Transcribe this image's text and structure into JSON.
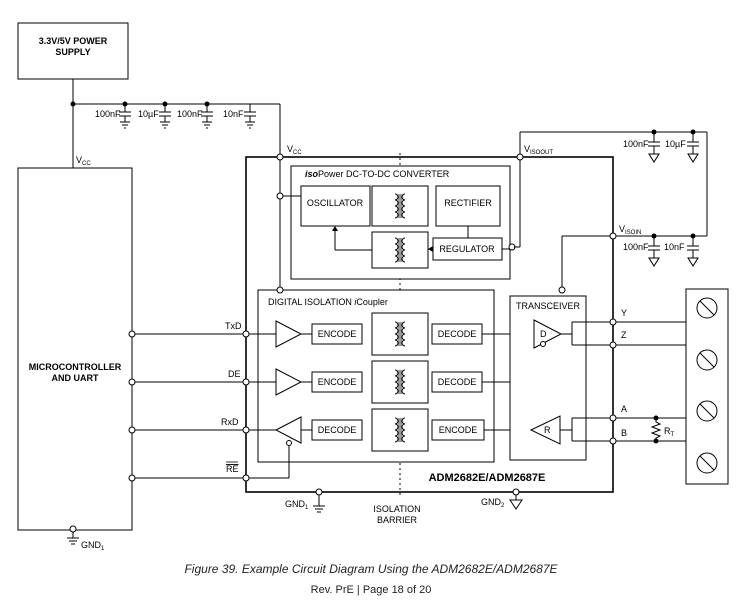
{
  "power_supply": {
    "line1": "3.3V/5V POWER",
    "line2": "SUPPLY"
  },
  "supply_caps": [
    "100nF",
    "10µF",
    "100nF",
    "10nF"
  ],
  "vcc": {
    "v": "V",
    "sub": "CC"
  },
  "visoout": {
    "v": "V",
    "sub": "ISOOUT"
  },
  "visoin": {
    "v": "V",
    "sub": "ISOIN"
  },
  "visoout_caps": [
    "100nF",
    "10µF"
  ],
  "visoin_caps": [
    "100nF",
    "10nF"
  ],
  "mcu": {
    "line1": "MICROCONTROLLER",
    "line2": "AND UART"
  },
  "gnd": {
    "g": "GND",
    "sub": "1"
  },
  "gnd1": {
    "g": "GND",
    "sub": "1"
  },
  "gnd2": {
    "g": "GND",
    "sub": "2"
  },
  "isopower": {
    "iso": "iso",
    "rest": "Power DC-TO-DC CONVERTER"
  },
  "oscillator": "OSCILLATOR",
  "rectifier": "RECTIFIER",
  "regulator": "REGULATOR",
  "icoupler": {
    "pre": "DIGITAL ISOLATION ",
    "i": "i",
    "rest": "Coupler"
  },
  "transceiver": "TRANSCEIVER",
  "signals": {
    "txd": "TxD",
    "de": "DE",
    "rxd": "RxD",
    "re": "RE"
  },
  "encode": "ENCODE",
  "decode": "DECODE",
  "driver": "D",
  "receiver": "R",
  "bus_pins": {
    "y": "Y",
    "z": "Z",
    "a": "A",
    "b": "B"
  },
  "rt": {
    "r": "R",
    "sub": "T"
  },
  "part_name": "ADM2682E/ADM2687E",
  "isolation_barrier": {
    "line1": "ISOLATION",
    "line2": "BARRIER"
  },
  "caption": "Figure 39. Example Circuit Diagram Using the ADM2682E/ADM2687E",
  "page_footer": "Rev. PrE | Page 18 of 20"
}
